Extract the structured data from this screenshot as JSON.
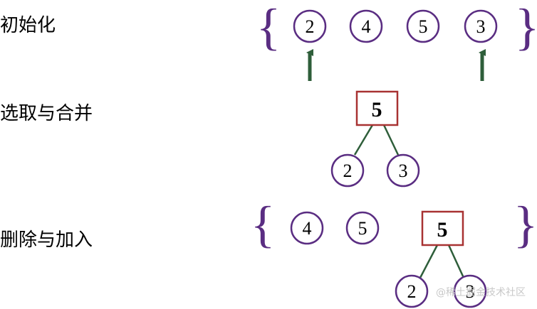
{
  "colors": {
    "circle_stroke": "#5a2d82",
    "brace": "#5a2d82",
    "box_stroke": "#a83232",
    "edge": "#2e5e3a",
    "arrow": "#2e5e3a",
    "text": "#000000",
    "watermark": "#c8c8c8"
  },
  "steps": [
    {
      "label": "初始化",
      "set": [
        "2",
        "4",
        "5",
        "3"
      ],
      "brace_open": "{",
      "brace_close": "}"
    },
    {
      "label": "选取与合并",
      "merged": {
        "value": "5",
        "children": [
          "2",
          "3"
        ]
      }
    },
    {
      "label": "删除与加入",
      "set": [
        "4",
        "5"
      ],
      "merged": {
        "value": "5",
        "children": [
          "2",
          "3"
        ]
      },
      "brace_open": "{",
      "brace_close": "}"
    }
  ],
  "arrow_icon": "up-arrow-icon",
  "watermark": "@稀土掘金技术社区"
}
